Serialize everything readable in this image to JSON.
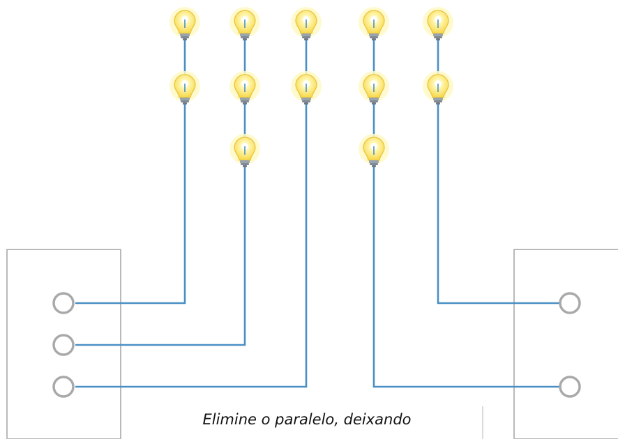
{
  "caption": "Elimine o paralelo, deixando",
  "colors": {
    "wire": "#4a8fc4",
    "box_stroke": "#b9b9b9",
    "terminal_stroke": "#a9a9a9",
    "bulb_fill": "#fde978",
    "bulb_glow": "#fff9c4",
    "bulb_base": "#9aa4ad"
  },
  "diagram": {
    "bulb_icon": "light-bulb-icon",
    "bulb_columns": [
      {
        "bulbs": 2
      },
      {
        "bulbs": 3
      },
      {
        "bulbs": 2
      },
      {
        "bulbs": 3
      },
      {
        "bulbs": 2
      }
    ],
    "left_box_terminals": 3,
    "right_box_terminals": 2
  }
}
